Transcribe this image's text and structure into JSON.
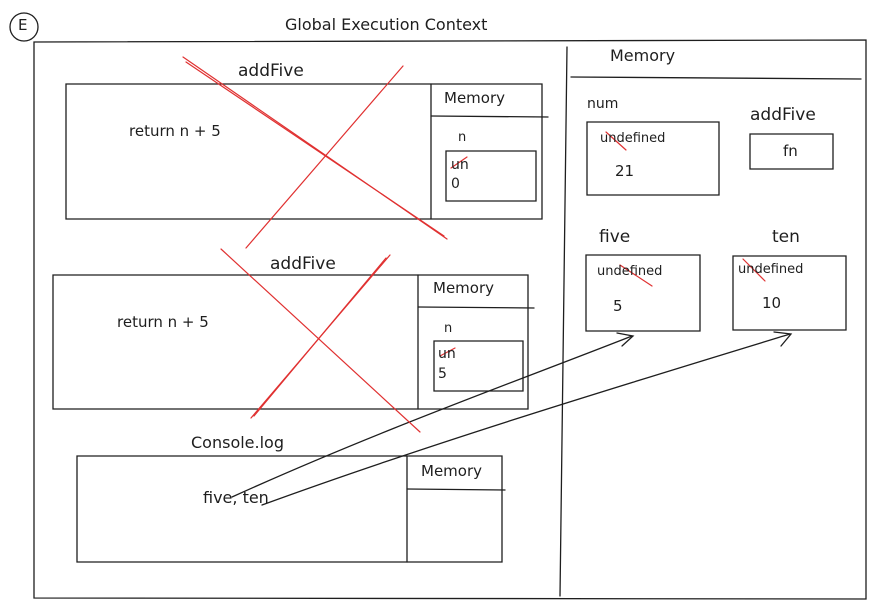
{
  "badge": "E",
  "gec_title": "Global Execution Context",
  "frame1": {
    "title": "addFive",
    "code": "return n + 5",
    "memory_label": "Memory",
    "var_name": "n",
    "var_old": "un",
    "var_value": "0"
  },
  "frame2": {
    "title": "addFive",
    "code": "return n + 5",
    "memory_label": "Memory",
    "var_name": "n",
    "var_old": "un",
    "var_value": "5"
  },
  "frame3": {
    "title": "Console.log",
    "code": "five, ten",
    "memory_label": "Memory"
  },
  "global_memory": {
    "label": "Memory",
    "vars": {
      "num": {
        "name": "num",
        "old": "undefined",
        "value": "21"
      },
      "addFive": {
        "name": "addFive",
        "value": "fn"
      },
      "five": {
        "name": "five",
        "old": "undefined",
        "value": "5"
      },
      "ten": {
        "name": "ten",
        "old": "undefined",
        "value": "10"
      }
    }
  },
  "colors": {
    "ink": "#1e1e1e",
    "strike": "#e03131"
  }
}
